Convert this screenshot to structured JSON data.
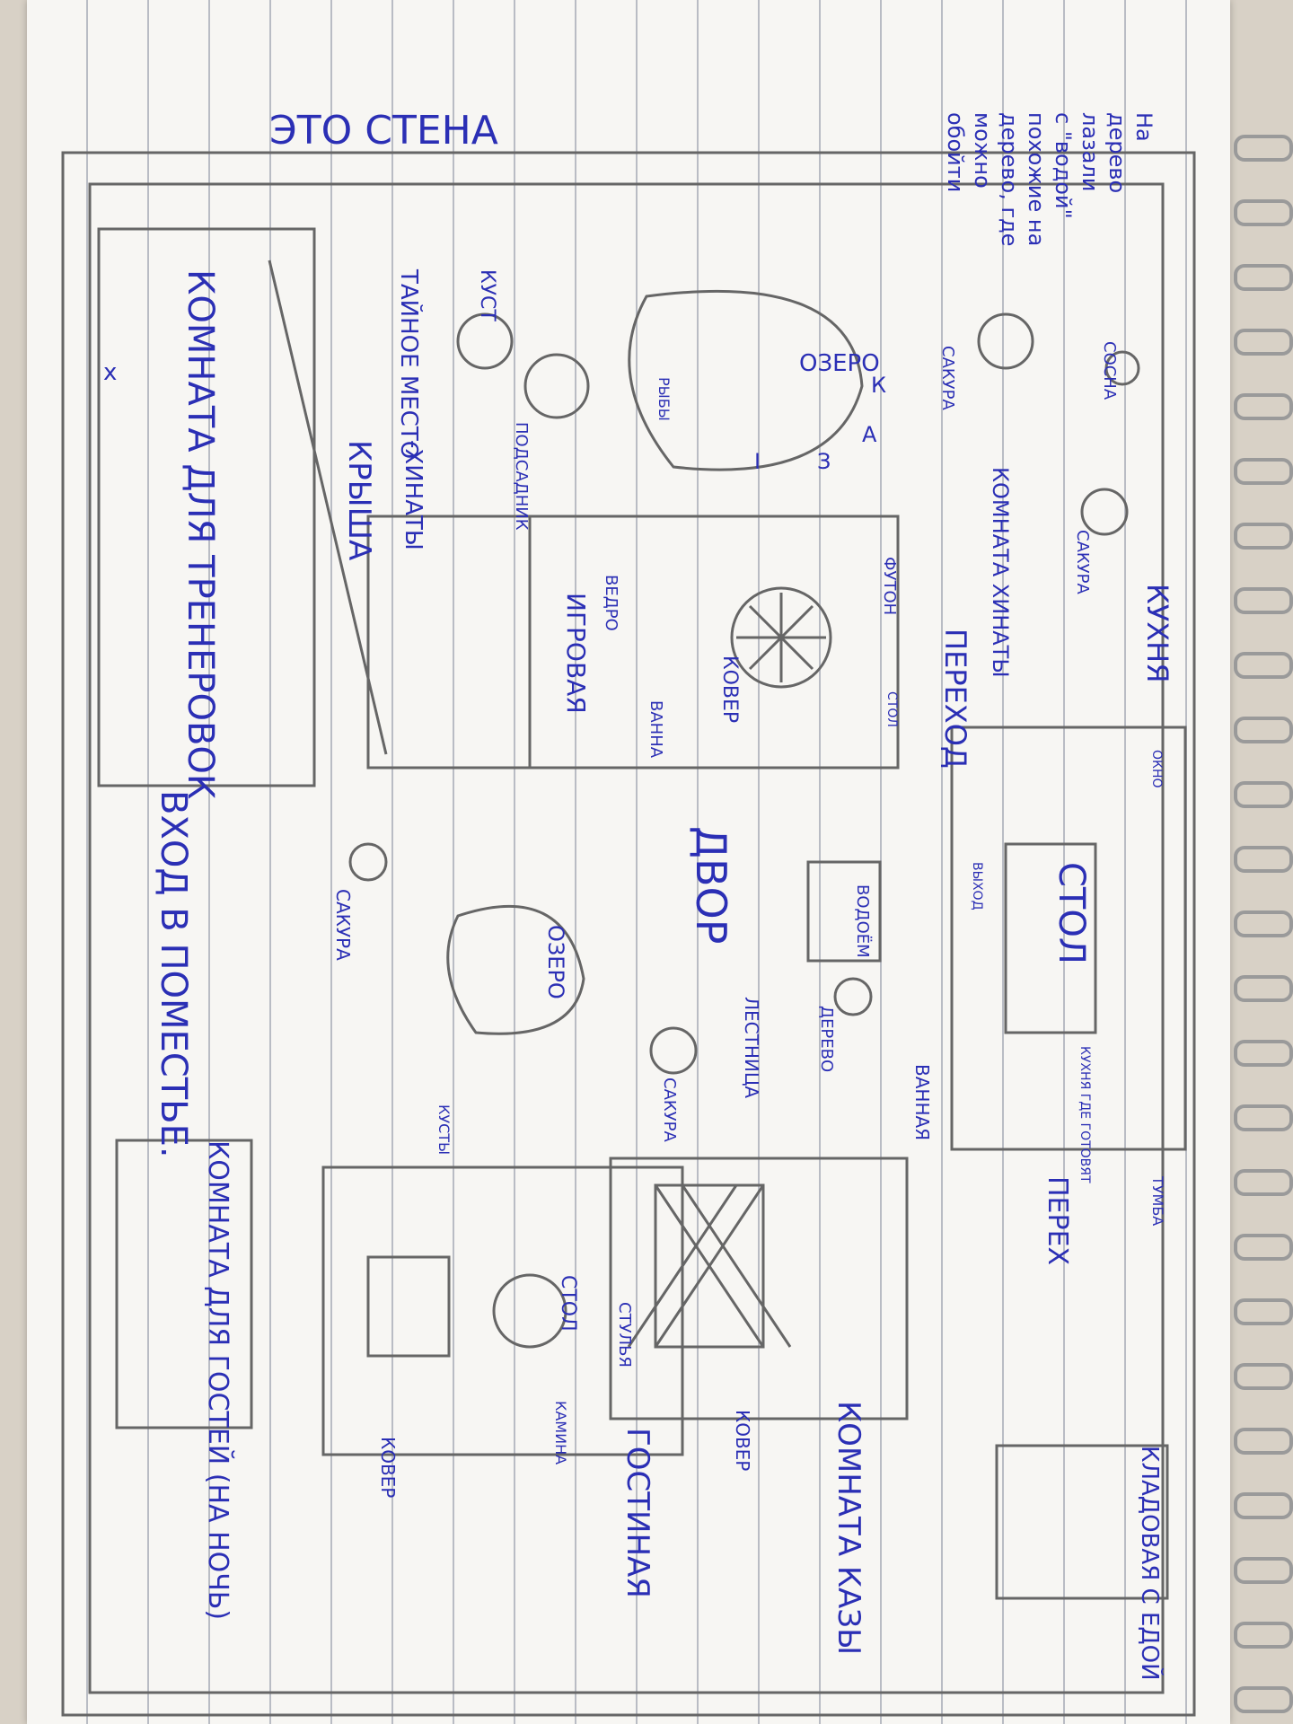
{
  "labels": {
    "wall_note": "ЭТО СТЕНА",
    "note_line1": "На",
    "note_line2": "дерево",
    "note_line3": "лазали",
    "note_line4": "с \"водой\"",
    "note_line5": "похожие на",
    "note_line6": "дерево, где",
    "note_line7": "можно",
    "note_line8": "обойти",
    "sosna": "СОСНА",
    "sakura1": "САКУРА",
    "sakura2": "САКУРА",
    "sakura3": "САКУРА",
    "sakura4": "САКУРА",
    "kust": "КУСТ",
    "lake1": "ОЗЕРО",
    "letters_k": "К",
    "letters_a": "А",
    "letters_z": "З",
    "letters_i": "І",
    "fish": "РЫБЫ",
    "podsadnik": "ПОДСАДНИК",
    "secret_place": "ТАЙНОЕ МЕСТО",
    "hinaty": "-ХИНАТЫ",
    "roof": "КРЫША",
    "training_room": "КОМНАТА ДЛЯ ТРЕНЕРОВОК",
    "hinata_room": "КОМНАТА ХИНАТЫ",
    "perehod": "ПЕРЕХОД",
    "kitchen": "КУХНЯ",
    "table": "СТОЛ",
    "okno": "ОКНО",
    "vyhod": "ВЫХОД",
    "futon": "ФУТОН",
    "stol_small": "СТОЛ",
    "kovjor": "КОВЕР",
    "kuknya_gde": "КУХНЯ ГДЕ ГОТОВЯТ",
    "igrovaya": "ИГРОВАЯ",
    "vedro": "ВЕДРО",
    "vanna": "ВАННА",
    "dvor": "ДВОР",
    "lake2": "ОЗЕРО",
    "vodoem": "ВОДОЁМ",
    "derevo": "ДЕРЕВО",
    "lestnica": "ЛЕСТНИЦА",
    "vannaya": "ВАННАЯ",
    "perekh2": "ПЕРЕХ",
    "entrance": "ВХОД В ПОМЕСТЬЕ.",
    "guest_room": "КОМНАТА ДЛЯ ГОСТЕЙ (НА НОЧЬ)",
    "kusty": "КУСТЫ",
    "stol_guest": "СТОЛ",
    "stulya": "СТУЛЬЯ",
    "kamina": "КАМИНА",
    "gostinaya": "ГОСТИНАЯ",
    "kovjor2": "КОВЕР",
    "kovjor3": "КОВЕР",
    "kazi_room": "КОМНАТА КАЗЫ",
    "pantry": "КЛАДОВАЯ С ЕДОЙ",
    "tumba": "ТУМБА",
    "x_mark": "х"
  },
  "colors": {
    "ink": "#2b2fb5",
    "pencil": "#555555",
    "paper": "#f7f6f3"
  }
}
